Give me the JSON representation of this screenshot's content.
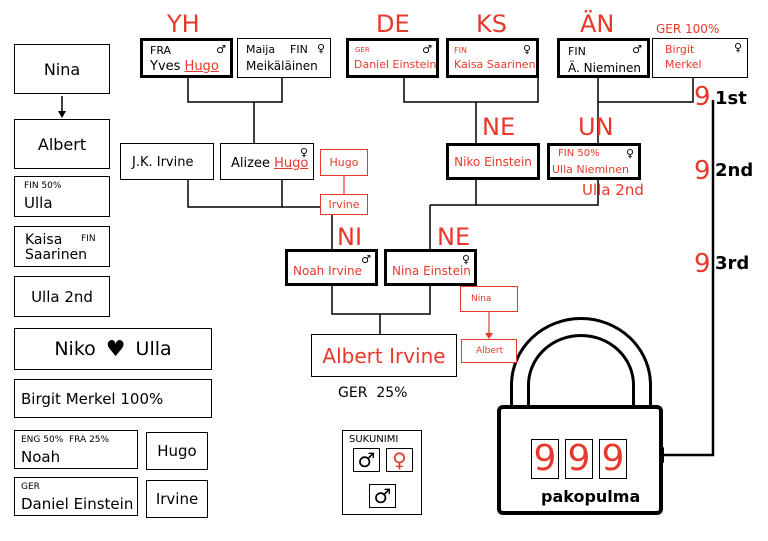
{
  "legend": {
    "nina": "Nina",
    "albert": "Albert",
    "ulla_nat": "FIN 50%",
    "ulla": "Ulla",
    "kaisa_nat": "FIN",
    "kaisa_first": "Kaisa",
    "kaisa_last": "Saarinen",
    "ulla2": "Ulla 2nd",
    "niko_name": "Niko",
    "ulla_name": "Ulla",
    "birgit": "Birgit Merkel 100%",
    "noah_nat": "ENG 50%  FRA 25%",
    "noah": "Noah",
    "daniel_nat": "GER",
    "daniel": "Daniel Einstein",
    "hugo": "Hugo",
    "irvine": "Irvine"
  },
  "labels": {
    "yh": "YH",
    "de": "DE",
    "ks": "KS",
    "an": "ÄN",
    "ne1": "NE",
    "un": "UN",
    "ni": "NI",
    "ne2": "NE",
    "ulla2nd": "Ulla 2nd",
    "ger25": "GER  25%"
  },
  "tree": {
    "yves": {
      "nat": "FRA",
      "first": "Yves",
      "last": "Hugo",
      "sym": "♂"
    },
    "maija": {
      "first": "Maija",
      "nat": "FIN",
      "last": "Meikäläinen",
      "sym": "♀"
    },
    "daniel": {
      "nat": "GER",
      "name": "Daniel Einstein",
      "sym": "♂"
    },
    "kaisa": {
      "nat": "FIN",
      "name": "Kaisa Saarinen",
      "sym": "♀"
    },
    "aniem": {
      "nat": "FIN",
      "name": "Ä. Nieminen",
      "sym": "♂"
    },
    "birgit": {
      "header": "GER 100%",
      "first": "Birgit",
      "last": "Merkel",
      "sym": "♀"
    },
    "jk": {
      "name": "J.K. Irvine"
    },
    "alizee": {
      "first": "Alizee",
      "last": "Hugo",
      "sym": "♀"
    },
    "hugo_irvine": {
      "first": "Hugo",
      "last": "Irvine"
    },
    "niko": {
      "name": "Niko Einstein"
    },
    "ulla": {
      "nat": "FIN 50%",
      "name": "Ulla Nieminen",
      "sym": "♀"
    },
    "noah": {
      "name": "Noah Irvine",
      "sym": "♂"
    },
    "nina": {
      "name": "Nina Einstein",
      "sym": "♀"
    },
    "nina_albert": {
      "top": "Nina",
      "bottom": "Albert"
    },
    "albert": {
      "name": "Albert Irvine"
    }
  },
  "code": {
    "digit1": "9",
    "label1": "1st",
    "digit2": "9",
    "label2": "2nd",
    "digit3": "9",
    "label3": "3rd"
  },
  "sukunimi": {
    "title": "SUKUNIMI",
    "male": "♂",
    "female": "♀",
    "child": "♂"
  },
  "lock": {
    "d1": "9",
    "d2": "9",
    "d3": "9",
    "label": "pakopulma"
  }
}
